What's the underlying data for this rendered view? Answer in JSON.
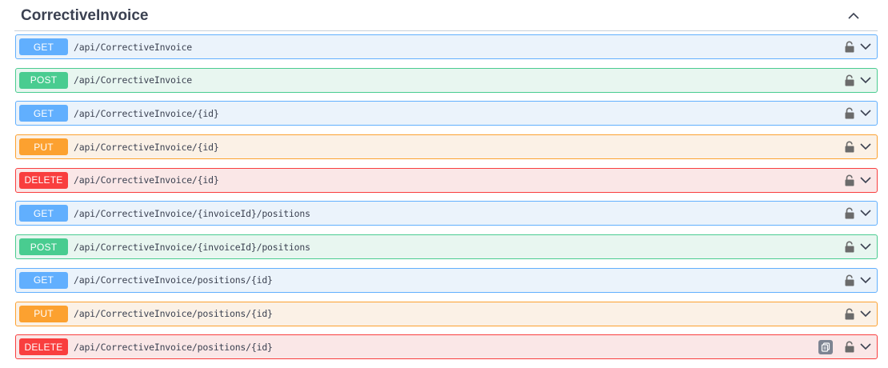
{
  "section": {
    "title": "CorrectiveInvoice"
  },
  "icons": {
    "collapse": "chevron-up-icon",
    "lock": "unlocked-padlock-icon",
    "expand": "chevron-down-icon",
    "copy": "copy-to-clipboard-icon"
  },
  "colors": {
    "get": "#61affe",
    "post": "#49cc90",
    "put": "#fca130",
    "delete": "#f93e3e"
  },
  "operations": [
    {
      "method": "GET",
      "path": "/api/CorrectiveInvoice"
    },
    {
      "method": "POST",
      "path": "/api/CorrectiveInvoice"
    },
    {
      "method": "GET",
      "path": "/api/CorrectiveInvoice/{id}"
    },
    {
      "method": "PUT",
      "path": "/api/CorrectiveInvoice/{id}"
    },
    {
      "method": "DELETE",
      "path": "/api/CorrectiveInvoice/{id}"
    },
    {
      "method": "GET",
      "path": "/api/CorrectiveInvoice/{invoiceId}/positions"
    },
    {
      "method": "POST",
      "path": "/api/CorrectiveInvoice/{invoiceId}/positions"
    },
    {
      "method": "GET",
      "path": "/api/CorrectiveInvoice/positions/{id}"
    },
    {
      "method": "PUT",
      "path": "/api/CorrectiveInvoice/positions/{id}"
    },
    {
      "method": "DELETE",
      "path": "/api/CorrectiveInvoice/positions/{id}"
    }
  ]
}
